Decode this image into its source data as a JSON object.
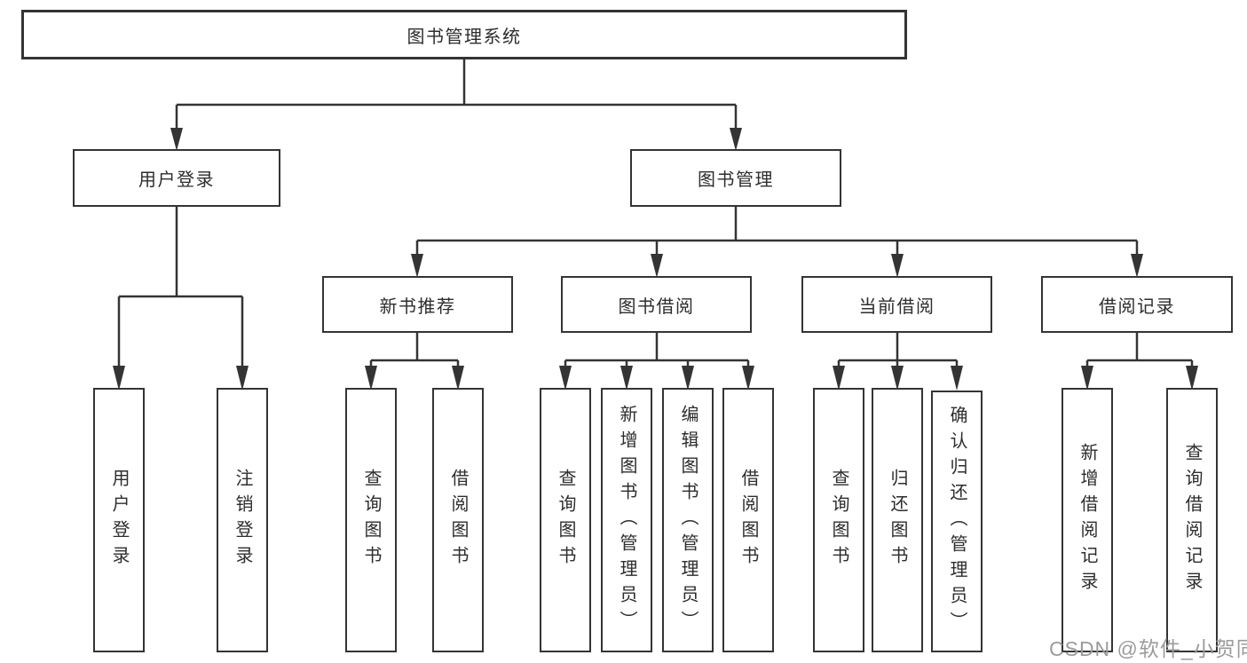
{
  "diagram": {
    "root": {
      "label": "图书管理系统"
    },
    "branches": [
      {
        "label": "用户登录",
        "children": [
          {
            "label": "用户登录"
          },
          {
            "label": "注销登录"
          }
        ]
      },
      {
        "label": "图书管理",
        "children": [
          {
            "label": "新书推荐",
            "children": [
              {
                "label": "查询图书"
              },
              {
                "label": "借阅图书"
              }
            ]
          },
          {
            "label": "图书借阅",
            "children": [
              {
                "label": "查询图书"
              },
              {
                "label": "新增图书（管理员）"
              },
              {
                "label": "编辑图书（管理员）"
              },
              {
                "label": "借阅图书"
              }
            ]
          },
          {
            "label": "当前借阅",
            "children": [
              {
                "label": "查询图书"
              },
              {
                "label": "归还图书"
              },
              {
                "label": "确认归还（管理员）"
              }
            ]
          },
          {
            "label": "借阅记录",
            "children": [
              {
                "label": "新增借阅记录"
              },
              {
                "label": "查询借阅记录"
              }
            ]
          }
        ]
      }
    ]
  },
  "watermark": {
    "text": "CSDN @软件_小贺同学"
  },
  "colors": {
    "line": "#343434",
    "border": "#343434",
    "text": "#2d2d2d",
    "watermark": "#9b9b9b",
    "background": "#ffffff"
  }
}
